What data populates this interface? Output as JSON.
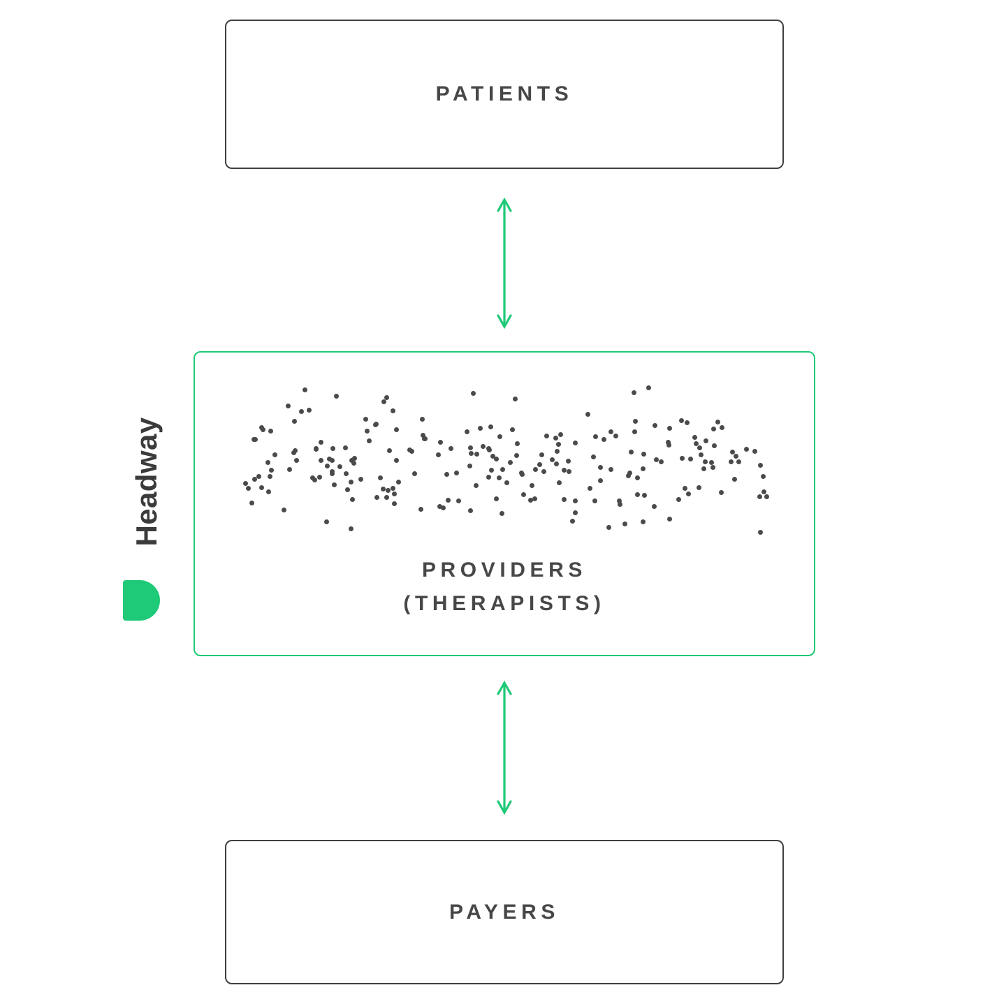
{
  "accent": "#1ec977",
  "diagram": {
    "patients": {
      "label": "PATIENTS"
    },
    "providers": {
      "label_line1": "PROVIDERS",
      "label_line2": "(THERAPISTS)"
    },
    "payers": {
      "label": "PAYERS"
    },
    "brand": {
      "wordmark": "Headway"
    },
    "dot_field": {
      "count": 215,
      "color": "#4a4a4a",
      "seed": 42
    }
  }
}
